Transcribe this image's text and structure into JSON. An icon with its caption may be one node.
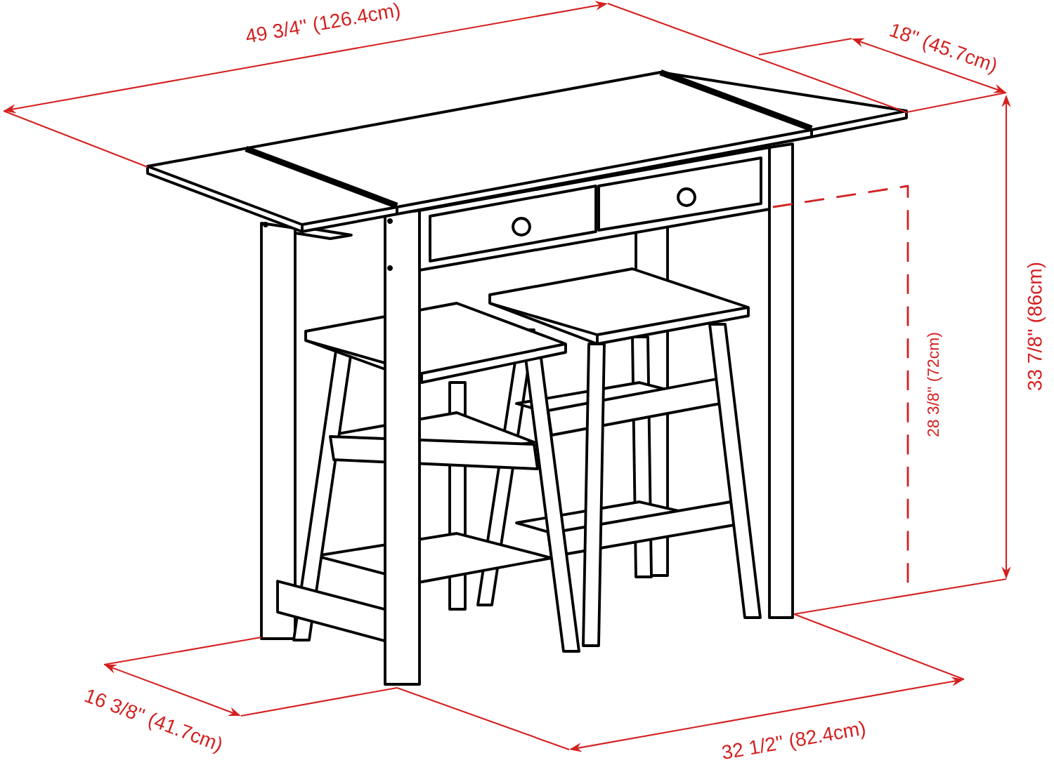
{
  "diagram": {
    "labels": [
      "49 3/4'' (126.4cm)",
      "18'' (45.7cm)",
      "33 7/8'' (86cm)",
      "28 3/8'' (72cm)",
      "16 3/8'' (41.7cm)",
      "32 1/2'' (82.4cm)"
    ]
  }
}
